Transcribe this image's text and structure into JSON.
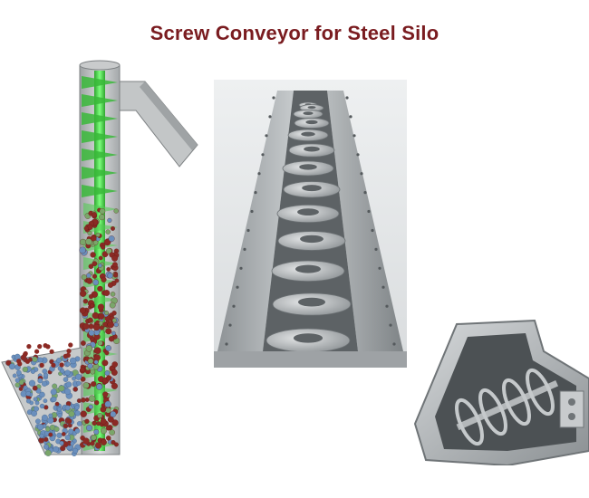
{
  "title": "Screw Conveyor for Steel Silo",
  "figures": [
    {
      "name": "screw-conveyor-cutaway-diagram"
    },
    {
      "name": "trough-screw-conveyor-photo"
    },
    {
      "name": "screw-conveyor-inlet-photo"
    }
  ],
  "colors": {
    "title": "#7a1c20",
    "tube": "#b9bcbd",
    "screw": "#3fcf3f",
    "steel": "#a7abae",
    "particle_red": "#8b2a24",
    "particle_blue": "#6a8fbd",
    "particle_green": "#7aa66a"
  }
}
